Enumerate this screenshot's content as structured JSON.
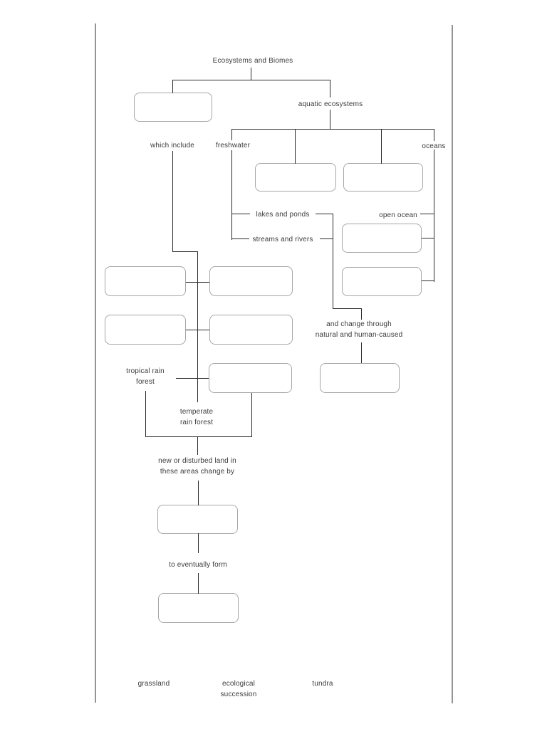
{
  "diagram": {
    "title": "Ecosystems and Biomes",
    "labels": {
      "aquatic_ecosystems": "aquatic ecosystems",
      "which_include": "which include",
      "freshwater": "freshwater",
      "oceans": "oceans",
      "lakes_and_ponds": "lakes and ponds",
      "streams_and_rivers": "streams and rivers",
      "open_ocean": "open ocean",
      "change_through_line1": "and change through",
      "change_through_line2": "natural and human-caused",
      "tropical_rain_forest_line1": "tropical rain",
      "tropical_rain_forest_line2": "forest",
      "temperate_rain_forest_line1": "temperate",
      "temperate_rain_forest_line2": "rain forest",
      "new_or_disturbed_line1": "new or disturbed land in",
      "new_or_disturbed_line2": "these areas change by",
      "to_eventually_form": "to eventually form"
    },
    "answer_boxes": {
      "count": 13,
      "value": ""
    },
    "word_bank": {
      "grassland": "grassland",
      "ecological_succession_line1": "ecological",
      "ecological_succession_line2": "succession",
      "tundra": "tundra"
    },
    "colors": {
      "connector_line": "#2b2b2b",
      "box_border": "#a6a6a6",
      "page_border": "#949494",
      "text": "#3b3b3b"
    }
  }
}
